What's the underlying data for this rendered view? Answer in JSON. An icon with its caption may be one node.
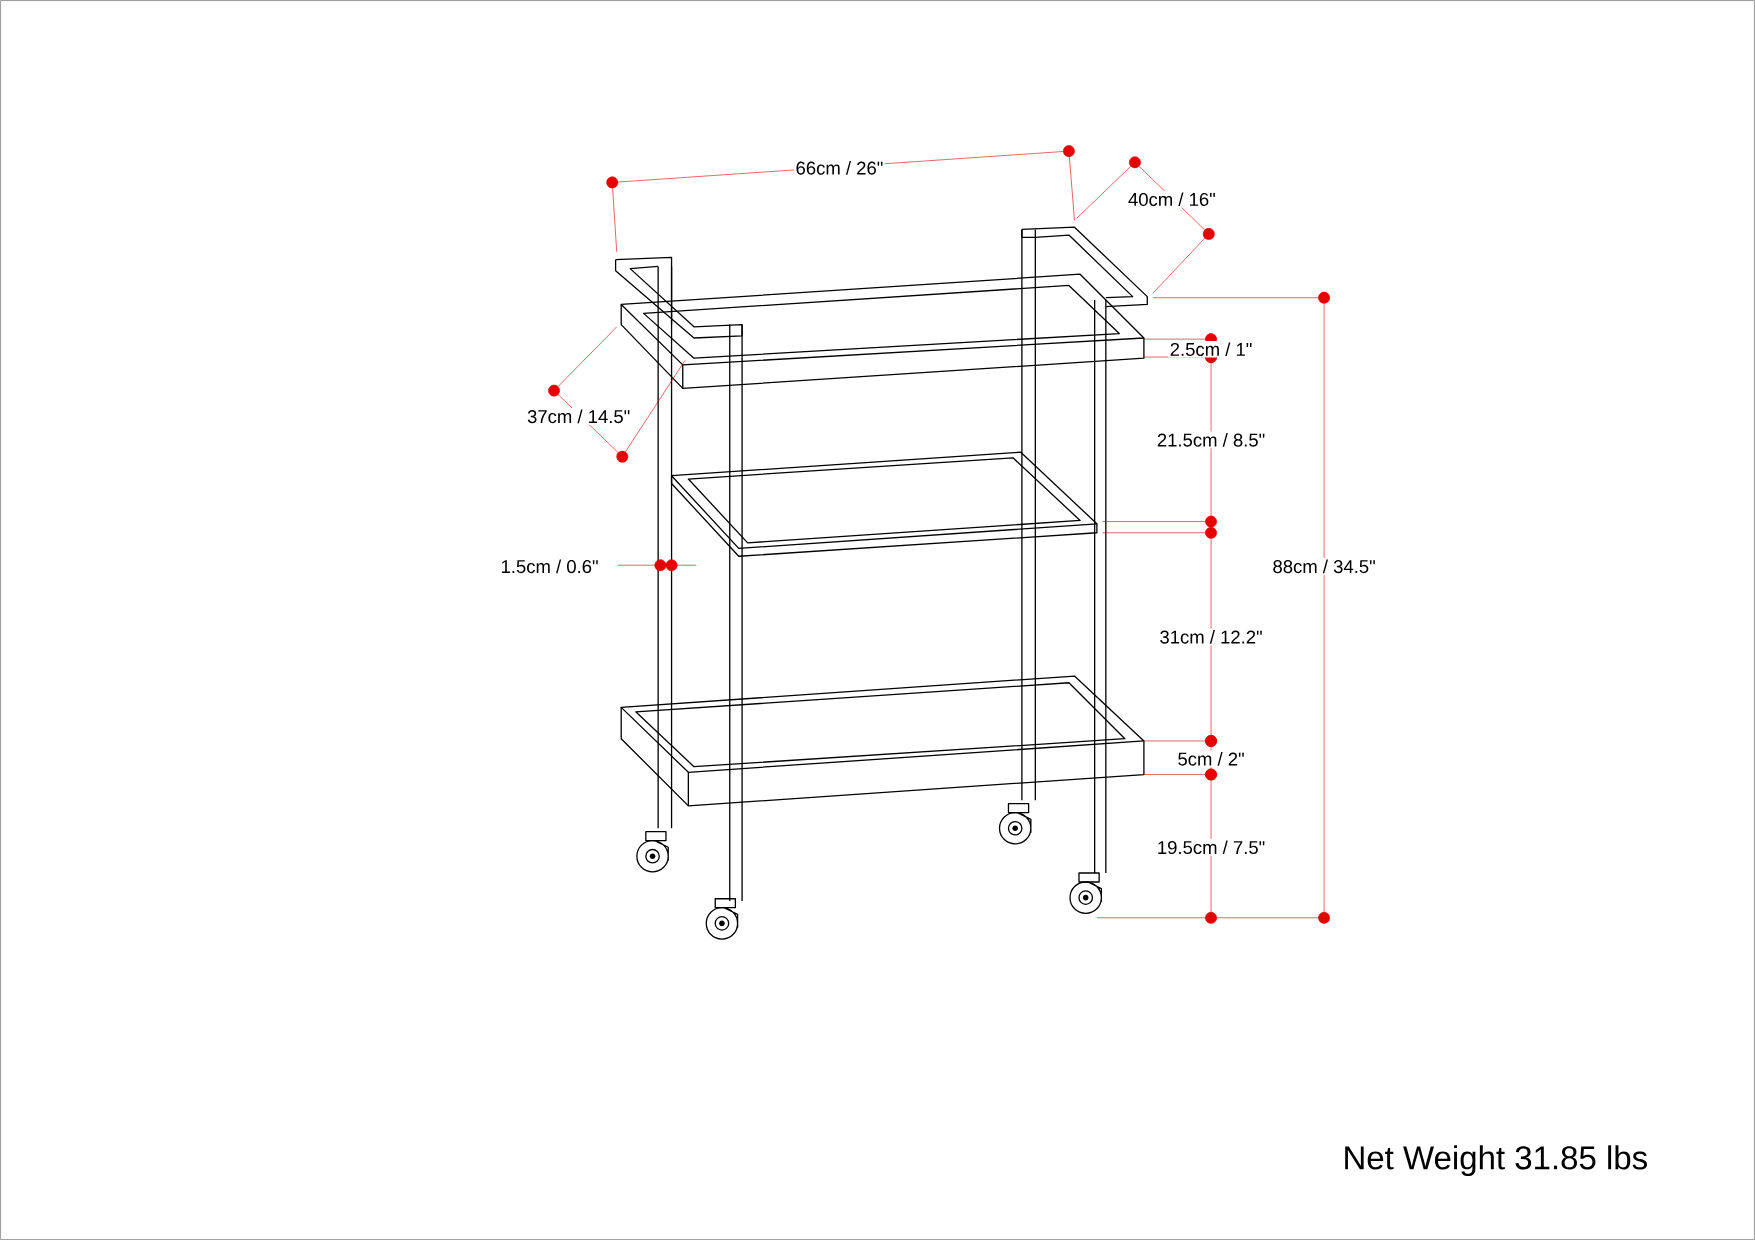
{
  "diagram": {
    "labels": [
      "66cm / 26\"",
      "40cm / 16\"",
      "2.5cm / 1\"",
      "37cm / 14.5\"",
      "21.5cm / 8.5\"",
      "1.5cm / 0.6\"",
      "88cm / 34.5\"",
      "31cm / 12.2\"",
      "5cm / 2\"",
      "19.5cm / 7.5\"",
      "Net Weight 31.85 lbs"
    ]
  }
}
